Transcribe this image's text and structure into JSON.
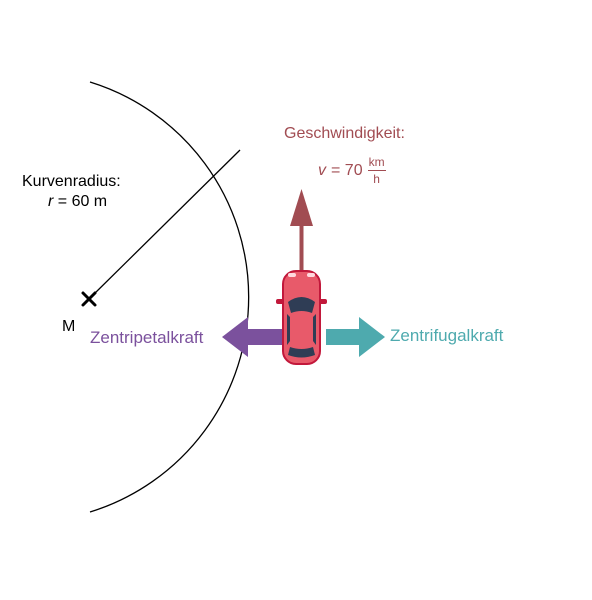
{
  "colors": {
    "curve": "#000000",
    "velocity": "#a14c52",
    "centripetal": "#7b519d",
    "centrifugal": "#4eaaae",
    "car_body": "#e85a6a",
    "car_outline": "#c2183b",
    "car_glass": "#2f3d55"
  },
  "icons": {
    "center_marker": "x-mark-icon",
    "vehicle": "car-icon"
  },
  "radius": {
    "title": "Kurvenradius:",
    "variable": "r",
    "value": " = 60 m"
  },
  "center": {
    "label": "M"
  },
  "speed": {
    "title": "Geschwindigkeit:",
    "variable": "v",
    "value": "= 70",
    "unit_numerator": "km",
    "unit_denominator": "h"
  },
  "forces": {
    "centripetal": "Zentripetalkraft",
    "centrifugal": "Zentrifugalkraft"
  }
}
